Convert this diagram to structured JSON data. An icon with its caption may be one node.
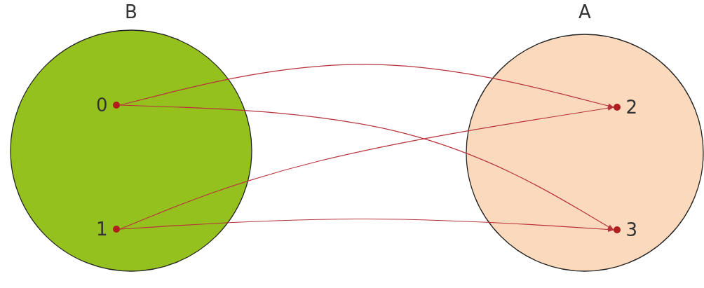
{
  "diagram": {
    "nodes": [
      {
        "text": [
          "B"
        ]
      },
      {
        "text": [
          "0"
        ],
        "in": 0
      },
      {
        "text": [
          "1"
        ],
        "in": 0
      },
      {
        "text": [
          "A"
        ]
      },
      {
        "text": [
          "2"
        ],
        "in": 3
      },
      {
        "text": [
          "3"
        ],
        "in": 3
      }
    ],
    "edges": [
      {
        "from": 1,
        "to": 4,
        "arrow": "to",
        "color": "#b8323c"
      },
      {
        "from": 1,
        "to": 5,
        "arrow": "to",
        "color": "#b8323c"
      },
      {
        "from": 2,
        "to": 4,
        "arrow": "to",
        "color": "#b8323c"
      },
      {
        "from": 2,
        "to": 5,
        "arrow": "to",
        "color": "#b8323c"
      }
    ]
  }
}
